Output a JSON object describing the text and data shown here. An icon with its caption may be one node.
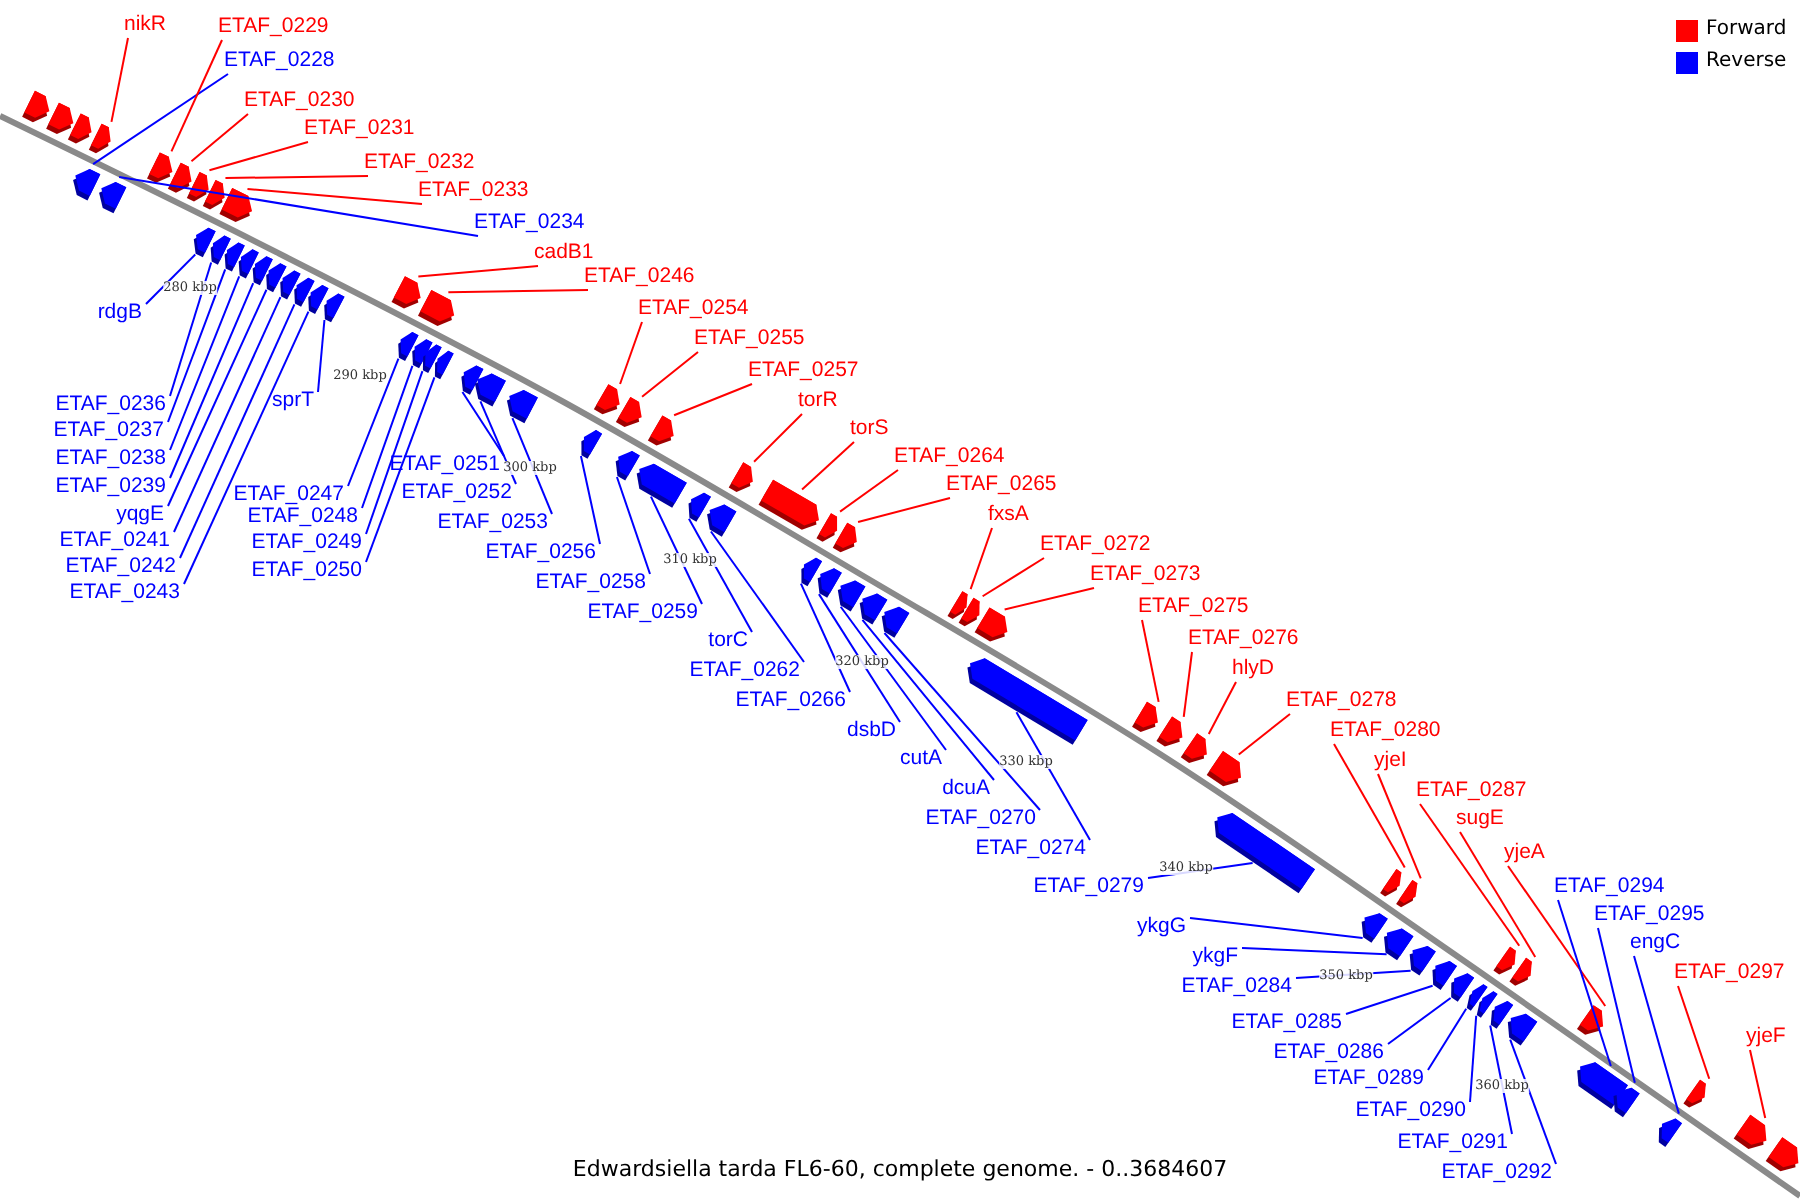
{
  "diagram": {
    "caption": "Edwardsiella tarda FL6-60, complete genome. - 0..3684607",
    "nodes": [
      {
        "text": [
          "nikR"
        ]
      },
      {
        "text": [
          "ETAF_0228"
        ]
      },
      {
        "text": [
          "ETAF_0229"
        ]
      },
      {
        "text": [
          "ETAF_0230"
        ]
      },
      {
        "text": [
          "ETAF_0231"
        ]
      },
      {
        "text": [
          "ETAF_0232"
        ]
      },
      {
        "text": [
          "ETAF_0233"
        ]
      },
      {
        "text": [
          "ETAF_0234"
        ]
      },
      {
        "text": [
          "rdgB"
        ]
      },
      {
        "text": [
          "ETAF_0236"
        ]
      },
      {
        "text": [
          "ETAF_0237"
        ]
      },
      {
        "text": [
          "ETAF_0238"
        ]
      },
      {
        "text": [
          "ETAF_0239"
        ]
      },
      {
        "text": [
          "yqgE"
        ]
      },
      {
        "text": [
          "ETAF_0241"
        ]
      },
      {
        "text": [
          "ETAF_0242"
        ]
      },
      {
        "text": [
          "ETAF_0243"
        ]
      },
      {
        "text": [
          "sprT"
        ]
      },
      {
        "text": [
          "cadB1"
        ]
      },
      {
        "text": [
          "ETAF_0246"
        ]
      },
      {
        "text": [
          "ETAF_0247"
        ]
      },
      {
        "text": [
          "ETAF_0248"
        ]
      },
      {
        "text": [
          "ETAF_0249"
        ]
      },
      {
        "text": [
          "ETAF_0250"
        ]
      },
      {
        "text": [
          "ETAF_0251"
        ]
      },
      {
        "text": [
          "ETAF_0252"
        ]
      },
      {
        "text": [
          "ETAF_0253"
        ]
      },
      {
        "text": [
          "ETAF_0254"
        ]
      },
      {
        "text": [
          "ETAF_0255"
        ]
      },
      {
        "text": [
          "ETAF_0256"
        ]
      },
      {
        "text": [
          "ETAF_0257"
        ]
      },
      {
        "text": [
          "ETAF_0258"
        ]
      },
      {
        "text": [
          "ETAF_0259"
        ]
      },
      {
        "text": [
          "torC"
        ]
      },
      {
        "text": [
          "torR"
        ]
      },
      {
        "text": [
          "torS"
        ]
      },
      {
        "text": [
          "ETAF_0262"
        ]
      },
      {
        "text": [
          "ETAF_0264"
        ]
      },
      {
        "text": [
          "ETAF_0265"
        ]
      },
      {
        "text": [
          "ETAF_0266"
        ]
      },
      {
        "text": [
          "dsbD"
        ]
      },
      {
        "text": [
          "cutA"
        ]
      },
      {
        "text": [
          "dcuA"
        ]
      },
      {
        "text": [
          "ETAF_0270"
        ]
      },
      {
        "text": [
          "fxsA"
        ]
      },
      {
        "text": [
          "ETAF_0272"
        ]
      },
      {
        "text": [
          "ETAF_0273"
        ]
      },
      {
        "text": [
          "ETAF_0274"
        ]
      },
      {
        "text": [
          "ETAF_0275"
        ]
      },
      {
        "text": [
          "ETAF_0276"
        ]
      },
      {
        "text": [
          "hlyD"
        ]
      },
      {
        "text": [
          "ETAF_0278"
        ]
      },
      {
        "text": [
          "ETAF_0279"
        ]
      },
      {
        "text": [
          "ETAF_0280"
        ]
      },
      {
        "text": [
          "yjeI"
        ]
      },
      {
        "text": [
          "ykgG"
        ]
      },
      {
        "text": [
          "ykgF"
        ]
      },
      {
        "text": [
          "ETAF_0284"
        ]
      },
      {
        "text": [
          "ETAF_0285"
        ]
      },
      {
        "text": [
          "ETAF_0286"
        ]
      },
      {
        "text": [
          "ETAF_0287"
        ]
      },
      {
        "text": [
          "sugE"
        ]
      },
      {
        "text": [
          "ETAF_0289"
        ]
      },
      {
        "text": [
          "ETAF_0290"
        ]
      },
      {
        "text": [
          "ETAF_0291"
        ]
      },
      {
        "text": [
          "ETAF_0292"
        ]
      },
      {
        "text": [
          "yjeA"
        ]
      },
      {
        "text": [
          "ETAF_0294"
        ]
      },
      {
        "text": [
          "ETAF_0295"
        ]
      },
      {
        "text": [
          "engC"
        ]
      },
      {
        "text": [
          "ETAF_0297"
        ]
      },
      {
        "text": [
          "yjeF"
        ]
      },
      {
        "text": [],
        "shape": "bar"
      },
      {
        "text": [],
        "shape": "bar"
      },
      {
        "text": [],
        "shape": "bar"
      },
      {
        "text": [],
        "shape": "bar"
      },
      {
        "text": [],
        "shape": "bar"
      },
      {
        "text": [],
        "shape": "bar"
      },
      {
        "text": [],
        "shape": "bar"
      },
      {
        "text": [],
        "shape": "bar"
      },
      {
        "text": [],
        "shape": "bar"
      },
      {
        "text": [],
        "shape": "bar"
      },
      {
        "text": [],
        "shape": "bar"
      },
      {
        "text": [],
        "shape": "bar"
      },
      {
        "text": [],
        "shape": "bar"
      },
      {
        "text": [],
        "shape": "bar"
      },
      {
        "text": [],
        "shape": "bar"
      },
      {
        "text": [],
        "shape": "bar"
      },
      {
        "text": [],
        "shape": "bar"
      },
      {
        "text": [],
        "shape": "bar"
      },
      {
        "text": [],
        "shape": "bar"
      },
      {
        "text": [],
        "shape": "bar"
      },
      {
        "text": [],
        "shape": "bar"
      },
      {
        "text": [],
        "shape": "bar"
      },
      {
        "text": [],
        "shape": "bar"
      },
      {
        "text": [],
        "shape": "bar"
      },
      {
        "text": [],
        "shape": "bar"
      },
      {
        "text": [],
        "shape": "bar"
      },
      {
        "text": [],
        "shape": "bar"
      },
      {
        "text": [],
        "shape": "bar"
      },
      {
        "text": [],
        "shape": "bar"
      },
      {
        "text": [],
        "shape": "bar"
      },
      {
        "text": [],
        "shape": "bar"
      },
      {
        "text": [],
        "shape": "bar"
      },
      {
        "text": [],
        "shape": "bar"
      },
      {
        "text": [],
        "shape": "bar"
      },
      {
        "text": [],
        "shape": "bar"
      },
      {
        "text": [],
        "shape": "bar"
      },
      {
        "text": [],
        "shape": "bar"
      },
      {
        "text": [],
        "shape": "bar"
      },
      {
        "text": [],
        "shape": "bar"
      },
      {
        "text": [],
        "shape": "bar"
      },
      {
        "text": [],
        "shape": "bar"
      },
      {
        "text": [],
        "shape": "bar"
      },
      {
        "text": [],
        "shape": "bar"
      },
      {
        "text": [],
        "shape": "bar"
      },
      {
        "text": [],
        "shape": "bar"
      },
      {
        "text": [],
        "shape": "bar"
      },
      {
        "text": [],
        "shape": "bar"
      },
      {
        "text": [],
        "shape": "bar"
      },
      {
        "text": [],
        "shape": "bar"
      },
      {
        "text": [],
        "shape": "bar"
      },
      {
        "text": [],
        "shape": "bar"
      },
      {
        "text": [],
        "shape": "bar"
      },
      {
        "text": [],
        "shape": "bar"
      },
      {
        "text": [],
        "shape": "bar"
      },
      {
        "text": [],
        "shape": "bar"
      },
      {
        "text": [],
        "shape": "bar"
      },
      {
        "text": [],
        "shape": "bar"
      },
      {
        "text": [],
        "shape": "bar"
      },
      {
        "text": [],
        "shape": "bar"
      },
      {
        "text": [],
        "shape": "bar"
      },
      {
        "text": [],
        "shape": "bar"
      },
      {
        "text": [],
        "shape": "bar"
      },
      {
        "text": [],
        "shape": "bar"
      },
      {
        "text": [],
        "shape": "bar"
      },
      {
        "text": [],
        "shape": "bar"
      },
      {
        "text": [],
        "shape": "bar"
      },
      {
        "text": [],
        "shape": "bar"
      },
      {
        "text": [],
        "shape": "bar"
      },
      {
        "text": [],
        "shape": "bar"
      },
      {
        "text": [],
        "shape": "bar"
      },
      {
        "text": [],
        "shape": "bar"
      },
      {
        "text": [],
        "shape": "bar"
      },
      {
        "text": [],
        "shape": "bar"
      },
      {
        "text": [],
        "shape": "bar"
      },
      {
        "text": [],
        "shape": "bar"
      },
      {
        "text": [],
        "shape": "bar"
      }
    ],
    "edges": [
      {
        "from": 0,
        "to": 75,
        "arrow": "none",
        "color": "#ff0000"
      },
      {
        "from": 1,
        "to": 76,
        "arrow": "none",
        "color": "#0000ff"
      },
      {
        "from": 2,
        "to": 78,
        "arrow": "none",
        "color": "#ff0000"
      },
      {
        "from": 3,
        "to": 79,
        "arrow": "none",
        "color": "#ff0000"
      },
      {
        "from": 4,
        "to": 80,
        "arrow": "none",
        "color": "#ff0000"
      },
      {
        "from": 5,
        "to": 81,
        "arrow": "none",
        "color": "#ff0000"
      },
      {
        "from": 6,
        "to": 83,
        "arrow": "none",
        "color": "#ff0000"
      },
      {
        "from": 7,
        "to": 77,
        "arrow": "none",
        "color": "#0000ff"
      },
      {
        "from": 8,
        "to": 82,
        "arrow": "none",
        "color": "#0000ff"
      },
      {
        "from": 9,
        "to": 84,
        "arrow": "none",
        "color": "#0000ff"
      },
      {
        "from": 10,
        "to": 85,
        "arrow": "none",
        "color": "#0000ff"
      },
      {
        "from": 11,
        "to": 86,
        "arrow": "none",
        "color": "#0000ff"
      },
      {
        "from": 12,
        "to": 87,
        "arrow": "none",
        "color": "#0000ff"
      },
      {
        "from": 13,
        "to": 88,
        "arrow": "none",
        "color": "#0000ff"
      },
      {
        "from": 14,
        "to": 89,
        "arrow": "none",
        "color": "#0000ff"
      },
      {
        "from": 15,
        "to": 90,
        "arrow": "none",
        "color": "#0000ff"
      },
      {
        "from": 16,
        "to": 91,
        "arrow": "none",
        "color": "#0000ff"
      },
      {
        "from": 17,
        "to": 92,
        "arrow": "none",
        "color": "#0000ff"
      },
      {
        "from": 18,
        "to": 93,
        "arrow": "none",
        "color": "#ff0000"
      },
      {
        "from": 19,
        "to": 95,
        "arrow": "none",
        "color": "#ff0000"
      },
      {
        "from": 20,
        "to": 94,
        "arrow": "none",
        "color": "#0000ff"
      },
      {
        "from": 21,
        "to": 96,
        "arrow": "none",
        "color": "#0000ff"
      },
      {
        "from": 22,
        "to": 97,
        "arrow": "none",
        "color": "#0000ff"
      },
      {
        "from": 23,
        "to": 98,
        "arrow": "none",
        "color": "#0000ff"
      },
      {
        "from": 24,
        "to": 99,
        "arrow": "none",
        "color": "#0000ff"
      },
      {
        "from": 25,
        "to": 100,
        "arrow": "none",
        "color": "#0000ff"
      },
      {
        "from": 26,
        "to": 101,
        "arrow": "none",
        "color": "#0000ff"
      },
      {
        "from": 27,
        "to": 102,
        "arrow": "none",
        "color": "#ff0000"
      },
      {
        "from": 28,
        "to": 104,
        "arrow": "none",
        "color": "#ff0000"
      },
      {
        "from": 29,
        "to": 103,
        "arrow": "none",
        "color": "#0000ff"
      },
      {
        "from": 30,
        "to": 106,
        "arrow": "none",
        "color": "#ff0000"
      },
      {
        "from": 31,
        "to": 105,
        "arrow": "none",
        "color": "#0000ff"
      },
      {
        "from": 32,
        "to": 107,
        "arrow": "none",
        "color": "#0000ff"
      },
      {
        "from": 33,
        "to": 108,
        "arrow": "none",
        "color": "#0000ff"
      },
      {
        "from": 34,
        "to": 110,
        "arrow": "none",
        "color": "#ff0000"
      },
      {
        "from": 35,
        "to": 111,
        "arrow": "none",
        "color": "#ff0000"
      },
      {
        "from": 36,
        "to": 109,
        "arrow": "none",
        "color": "#0000ff"
      },
      {
        "from": 37,
        "to": 112,
        "arrow": "none",
        "color": "#ff0000"
      },
      {
        "from": 38,
        "to": 114,
        "arrow": "none",
        "color": "#ff0000"
      },
      {
        "from": 39,
        "to": 113,
        "arrow": "none",
        "color": "#0000ff"
      },
      {
        "from": 40,
        "to": 115,
        "arrow": "none",
        "color": "#0000ff"
      },
      {
        "from": 41,
        "to": 116,
        "arrow": "none",
        "color": "#0000ff"
      },
      {
        "from": 42,
        "to": 117,
        "arrow": "none",
        "color": "#0000ff"
      },
      {
        "from": 43,
        "to": 118,
        "arrow": "none",
        "color": "#0000ff"
      },
      {
        "from": 44,
        "to": 119,
        "arrow": "none",
        "color": "#ff0000"
      },
      {
        "from": 45,
        "to": 120,
        "arrow": "none",
        "color": "#ff0000"
      },
      {
        "from": 46,
        "to": 121,
        "arrow": "none",
        "color": "#ff0000"
      },
      {
        "from": 47,
        "to": 122,
        "arrow": "none",
        "color": "#0000ff"
      },
      {
        "from": 48,
        "to": 123,
        "arrow": "none",
        "color": "#ff0000"
      },
      {
        "from": 49,
        "to": 124,
        "arrow": "none",
        "color": "#ff0000"
      },
      {
        "from": 50,
        "to": 125,
        "arrow": "none",
        "color": "#ff0000"
      },
      {
        "from": 51,
        "to": 126,
        "arrow": "none",
        "color": "#ff0000"
      },
      {
        "from": 52,
        "to": 127,
        "arrow": "none",
        "color": "#0000ff"
      },
      {
        "from": 53,
        "to": 128,
        "arrow": "none",
        "color": "#ff0000"
      },
      {
        "from": 54,
        "to": 130,
        "arrow": "none",
        "color": "#ff0000"
      },
      {
        "from": 55,
        "to": 129,
        "arrow": "none",
        "color": "#0000ff"
      },
      {
        "from": 56,
        "to": 131,
        "arrow": "none",
        "color": "#0000ff"
      },
      {
        "from": 57,
        "to": 132,
        "arrow": "none",
        "color": "#0000ff"
      },
      {
        "from": 58,
        "to": 133,
        "arrow": "none",
        "color": "#0000ff"
      },
      {
        "from": 59,
        "to": 134,
        "arrow": "none",
        "color": "#0000ff"
      },
      {
        "from": 60,
        "to": 136,
        "arrow": "none",
        "color": "#ff0000"
      },
      {
        "from": 61,
        "to": 138,
        "arrow": "none",
        "color": "#ff0000"
      },
      {
        "from": 62,
        "to": 135,
        "arrow": "none",
        "color": "#0000ff"
      },
      {
        "from": 63,
        "to": 137,
        "arrow": "none",
        "color": "#0000ff"
      },
      {
        "from": 64,
        "to": 139,
        "arrow": "none",
        "color": "#0000ff"
      },
      {
        "from": 65,
        "to": 140,
        "arrow": "none",
        "color": "#0000ff"
      },
      {
        "from": 66,
        "to": 141,
        "arrow": "none",
        "color": "#ff0000"
      },
      {
        "from": 67,
        "to": 142,
        "arrow": "none",
        "color": "#0000ff"
      },
      {
        "from": 68,
        "to": 143,
        "arrow": "none",
        "color": "#0000ff"
      },
      {
        "from": 69,
        "to": 144,
        "arrow": "none",
        "color": "#0000ff"
      },
      {
        "from": 70,
        "to": 145,
        "arrow": "none",
        "color": "#ff0000"
      },
      {
        "from": 71,
        "to": 146,
        "arrow": "none",
        "color": "#ff0000"
      }
    ],
    "labels": [
      "280 kbp",
      "290 kbp",
      "300 kbp",
      "310 kbp",
      "320 kbp",
      "330 kbp",
      "340 kbp",
      "350 kbp",
      "360 kbp"
    ],
    "legend": [
      {
        "text": "Forward",
        "color": "#ff0000"
      },
      {
        "text": "Reverse",
        "color": "#0000ff"
      }
    ]
  }
}
